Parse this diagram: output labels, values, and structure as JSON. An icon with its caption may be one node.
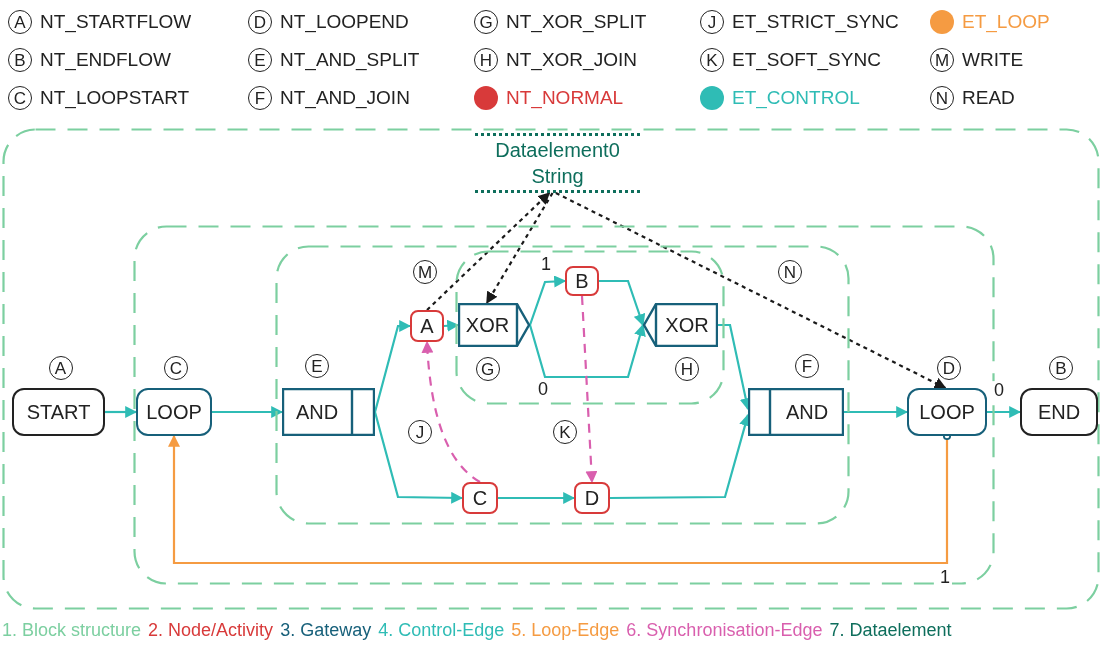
{
  "diagram": {
    "nodes": [
      {
        "text": [],
        "shape": "box"
      },
      {
        "text": [
          "START"
        ],
        "in": 0,
        "beside": [
          "A"
        ]
      },
      {
        "text": [],
        "shape": "box",
        "in": 0
      },
      {
        "text": [
          "LOOP"
        ],
        "in": 2,
        "beside": [
          "C"
        ]
      },
      {
        "text": [],
        "shape": "box",
        "in": 2
      },
      {
        "text": [
          "AND"
        ],
        "in": 4,
        "beside": [
          "E"
        ]
      },
      {
        "text": [
          "A"
        ],
        "in": 4
      },
      {
        "text": [],
        "shape": "box",
        "in": 4
      },
      {
        "text": [
          "XOR"
        ],
        "in": 7,
        "beside": [
          "G"
        ]
      },
      {
        "text": [
          "B"
        ],
        "in": 7
      },
      {
        "text": [
          "XOR"
        ],
        "in": 7,
        "beside": [
          "H"
        ]
      },
      {
        "text": [
          "C"
        ],
        "in": 4
      },
      {
        "text": [
          "D"
        ],
        "in": 4
      },
      {
        "text": [
          "AND"
        ],
        "in": 4,
        "beside": [
          "F"
        ]
      },
      {
        "text": [
          "LOOP"
        ],
        "in": 2,
        "beside": [
          "D"
        ]
      },
      {
        "text": [
          "END"
        ],
        "in": 0,
        "beside": [
          "B"
        ]
      },
      {
        "text": [
          "Dataelement0",
          "String"
        ],
        "in": 0
      }
    ],
    "edges": [
      {
        "from": 1,
        "to": 3,
        "arrow": "to"
      },
      {
        "from": 3,
        "to": 5,
        "arrow": "to"
      },
      {
        "from": 5,
        "to": 6,
        "arrow": "to"
      },
      {
        "from": 5,
        "to": 11,
        "arrow": "to"
      },
      {
        "from": 6,
        "to": 8,
        "arrow": "to"
      },
      {
        "from": 8,
        "to": 9,
        "arrow": "to",
        "label": "1"
      },
      {
        "from": 8,
        "to": 10,
        "arrow": "to",
        "label": "0"
      },
      {
        "from": 9,
        "to": 10,
        "arrow": "to"
      },
      {
        "from": 11,
        "to": 12,
        "arrow": "to"
      },
      {
        "from": 10,
        "to": 13,
        "arrow": "to"
      },
      {
        "from": 12,
        "to": 13,
        "arrow": "to"
      },
      {
        "from": 13,
        "to": 14,
        "arrow": "to"
      },
      {
        "from": 14,
        "to": 15,
        "arrow": "to",
        "label": "0"
      },
      {
        "from": 14,
        "to": 3,
        "arrow": "to",
        "label": "1",
        "color": "#f59b42"
      },
      {
        "from": 11,
        "to": 6,
        "arrow": "to",
        "label": "J",
        "style": "dashed",
        "color": "#d95fae"
      },
      {
        "from": 9,
        "to": 12,
        "arrow": "to",
        "label": "K",
        "style": "dashed",
        "color": "#d95fae"
      },
      {
        "from": 6,
        "to": 16,
        "arrow": "to",
        "label": "M",
        "style": "dashed",
        "color": "#1a1a1a"
      },
      {
        "from": 16,
        "to": 8,
        "arrow": "to",
        "style": "dashed",
        "color": "#1a1a1a"
      },
      {
        "from": 16,
        "to": 14,
        "arrow": "to",
        "label": "N",
        "style": "dashed",
        "color": "#1a1a1a"
      }
    ],
    "labels": [
      "A",
      "NT_STARTFLOW",
      "D",
      "NT_LOOPEND",
      "G",
      "NT_XOR_SPLIT",
      "J",
      "ET_STRICT_SYNC",
      "B",
      "NT_ENDFLOW",
      "E",
      "NT_AND_SPLIT",
      "H",
      "NT_XOR_JOIN",
      "K",
      "ET_SOFT_SYNC",
      "M",
      "WRITE",
      "C",
      "NT_LOOPSTART",
      "F",
      "NT_AND_JOIN",
      "N",
      "READ"
    ],
    "legend": [
      {
        "text": "ET_LOOP",
        "color": "#f59b42"
      },
      {
        "text": "NT_NORMAL",
        "color": "#d83a3a"
      },
      {
        "text": "ET_CONTROL",
        "color": "#2fbcb5"
      },
      {
        "text": "1. Block structure",
        "color": "#7ccfa0"
      },
      {
        "text": "2. Node/Activity",
        "color": "#d83a3a"
      },
      {
        "text": "3. Gateway",
        "color": "#17607a"
      },
      {
        "text": "4. Control-Edge",
        "color": "#2fbcb5"
      },
      {
        "text": "5. Loop-Edge",
        "color": "#f59b42"
      },
      {
        "text": "6. Synchronisation-Edge",
        "color": "#d95fae"
      },
      {
        "text": "7. Dataelement",
        "color": "#0e6e5c"
      }
    ]
  }
}
